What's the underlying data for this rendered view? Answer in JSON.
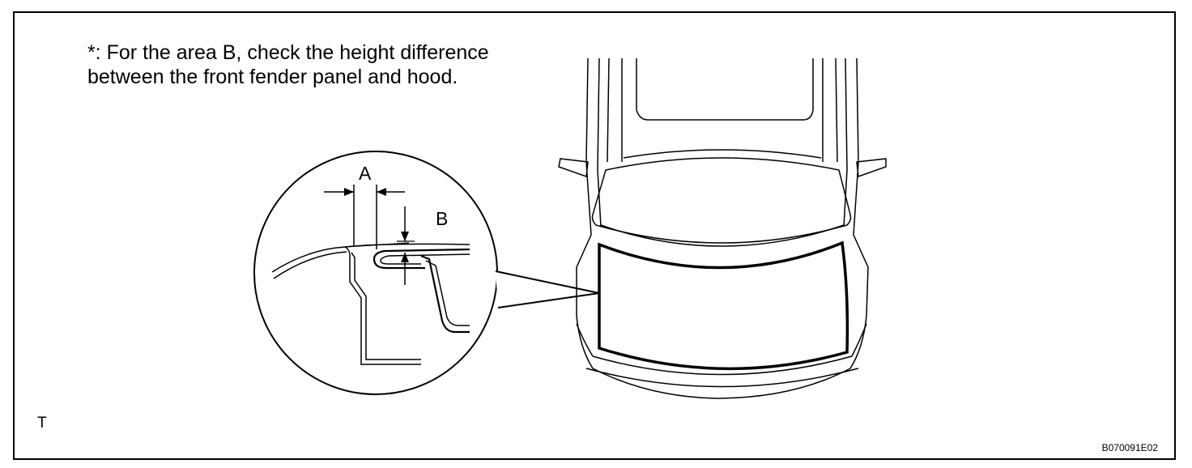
{
  "note": {
    "line1": "*: For the area B, check the height difference",
    "line2": "between the front fender panel and hood."
  },
  "labels": {
    "a": "A",
    "b": "B",
    "corner": "T",
    "figure_id": "B070091E02"
  }
}
